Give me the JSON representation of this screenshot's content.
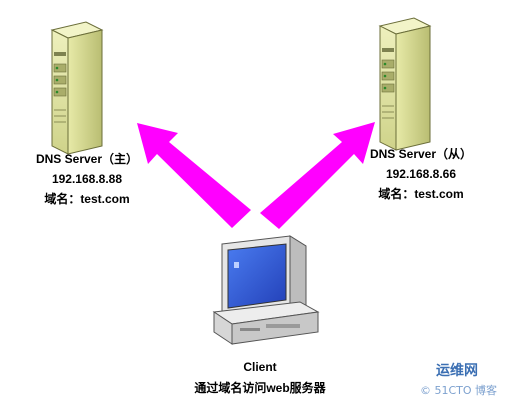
{
  "primary_server": {
    "name": "DNS Server（主）",
    "ip": "192.168.8.88",
    "domain": "域名：test.com"
  },
  "secondary_server": {
    "name": "DNS Server（从）",
    "ip": "192.168.8.66",
    "domain": "域名：test.com"
  },
  "client": {
    "name": "Client",
    "description": "通过域名访问web服务器"
  },
  "watermark": {
    "line1": "运维网",
    "line2": "© 51CTO 博客"
  },
  "colors": {
    "arrow": "#ff00ff",
    "server_body": "#d8dc9a",
    "monitor_screen": "#2f5bd6"
  },
  "icons": [
    "server-icon",
    "server-icon",
    "client-computer-icon"
  ]
}
